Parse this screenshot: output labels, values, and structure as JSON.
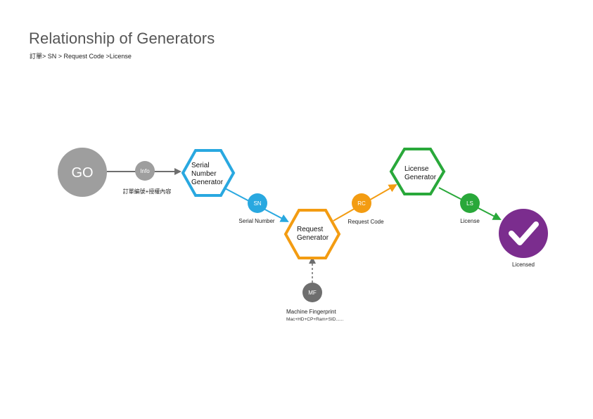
{
  "header": {
    "title": "Relationship of Generators",
    "breadcrumb": "訂單> SN > Request Code  >License"
  },
  "colors": {
    "gray": "#9e9e9e",
    "dark_gray": "#6e6e6e",
    "blue": "#29a8e0",
    "orange": "#f39c12",
    "green": "#29a83a",
    "purple": "#7b2d8e"
  },
  "nodes": {
    "go": {
      "label": "GO"
    },
    "serial": {
      "lines": [
        "Serial",
        "Number",
        "Generator"
      ]
    },
    "request": {
      "lines": [
        "Request",
        "Generator"
      ]
    },
    "license": {
      "lines": [
        "License",
        "Generator"
      ]
    },
    "licensed": {
      "icon": "checkmark-icon",
      "caption": "Licensed"
    }
  },
  "badges": {
    "info": {
      "label": "Info",
      "caption": "訂單編號+授權內容"
    },
    "sn": {
      "label": "SN",
      "caption": "Serial Number"
    },
    "rc": {
      "label": "RC",
      "caption": "Request Code"
    },
    "ls": {
      "label": "LS",
      "caption": "License"
    },
    "mf": {
      "label": "MF",
      "caption": "Machine Fingerprint",
      "subcaption": "Mac+HD+CP+Ram+SID......"
    }
  }
}
